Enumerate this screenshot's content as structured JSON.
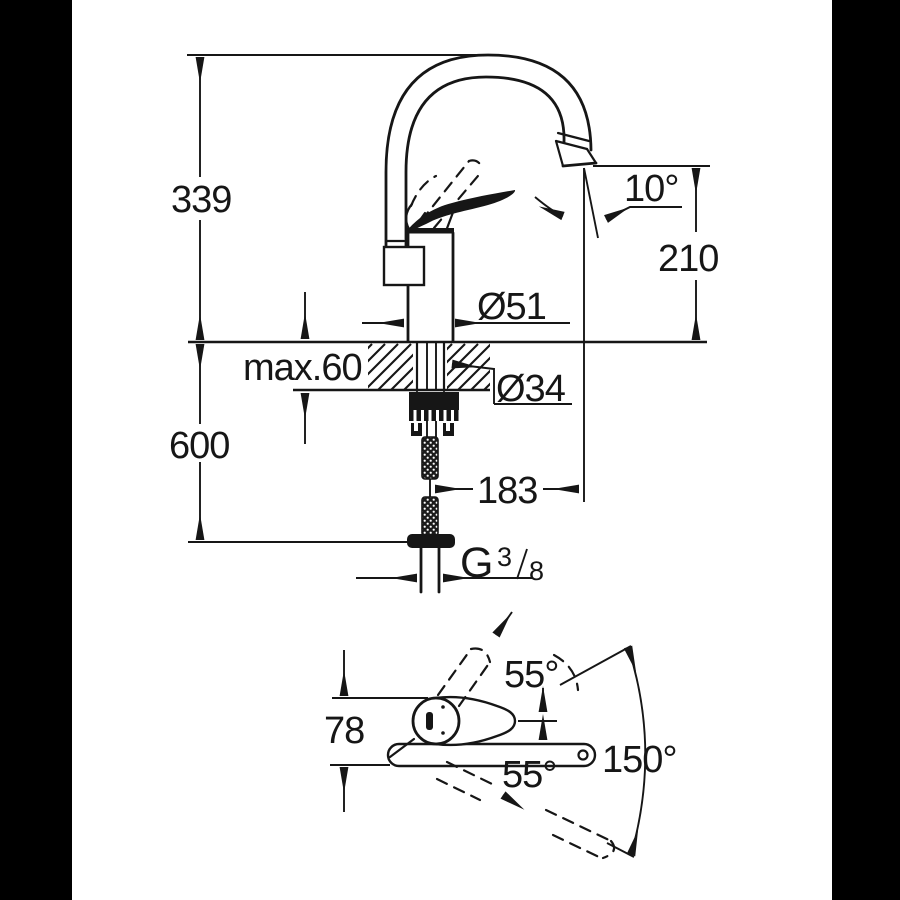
{
  "drawing": {
    "title": "single-lever kitchen faucet dimension drawing",
    "colors": {
      "ink": "#161616",
      "paper": "#ffffff",
      "letterbox": "#000000"
    },
    "side_view": {
      "height_total": "339",
      "hose_drop": "600",
      "height_spout": "210",
      "spout_tilt": "10°",
      "body_diameter": "Ø51",
      "deck_thickness": "max.60",
      "shank_diameter": "Ø34",
      "reach": "183",
      "thread": {
        "g": "G",
        "numerator": "3",
        "denominator": "8"
      }
    },
    "plan_view": {
      "handle_length": "78",
      "handle_swing_up": "55°",
      "handle_swing_down": "55°",
      "spout_swivel": "150°"
    }
  }
}
